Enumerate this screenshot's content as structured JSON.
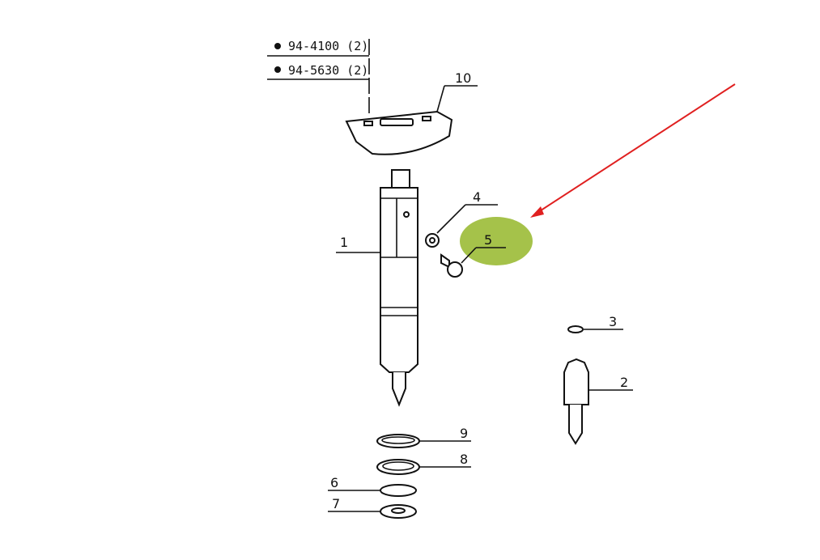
{
  "diagram": {
    "references": [
      {
        "code": "94-4100 (2)"
      },
      {
        "code": "94-5630 (2)"
      }
    ],
    "callouts": {
      "p1": "1",
      "p2": "2",
      "p3": "3",
      "p4": "4",
      "p5": "5",
      "p6": "6",
      "p7": "7",
      "p8": "8",
      "p9": "9",
      "p10": "10"
    },
    "highlight": {
      "part": "5",
      "color": "#a5c24a"
    },
    "arrow_color": "#e02020"
  }
}
